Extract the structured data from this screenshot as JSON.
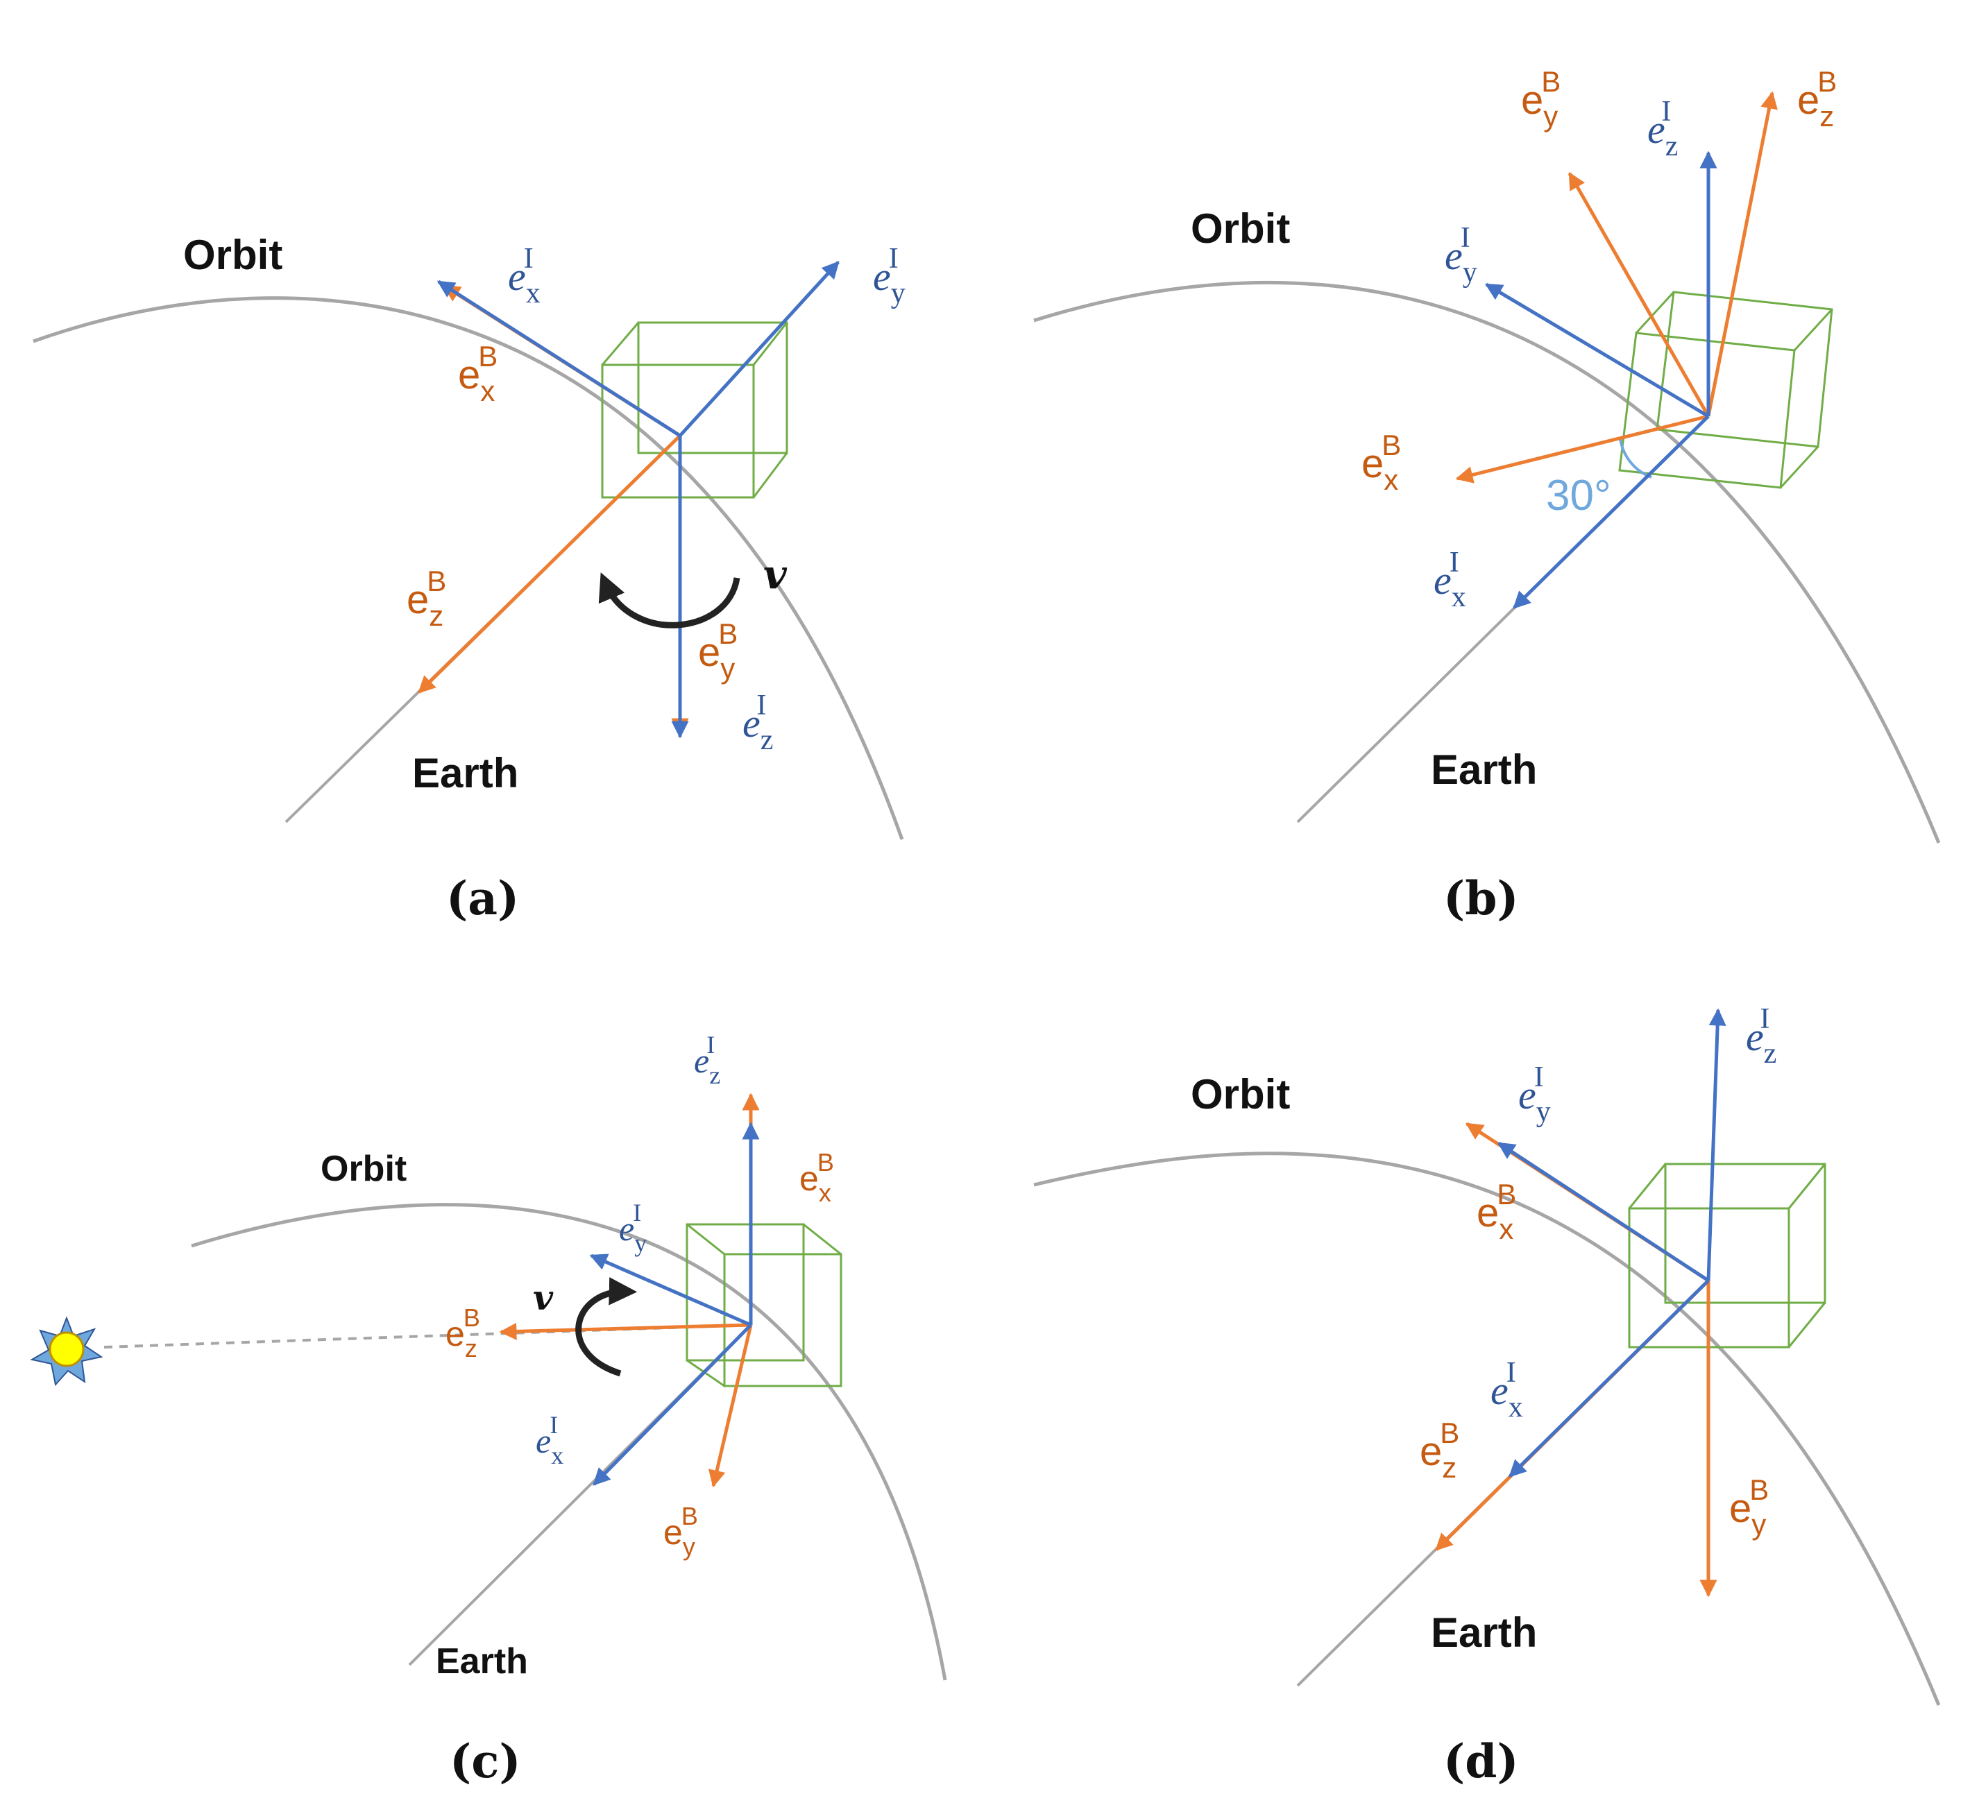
{
  "colors": {
    "body_frame": "#ed7d31",
    "inertial_frame": "#4472c4",
    "cube": "#70ad47",
    "orbit_line": "#a6a6a6",
    "rotation_arrow": "#222222",
    "sun": "#ffff00",
    "angle_marker": "#6fa8dc"
  },
  "panels": {
    "a": {
      "caption": "(a)",
      "orbit_label": "Orbit",
      "earth_label": "Earth",
      "rotation_label": "v"
    },
    "b": {
      "caption": "(b)",
      "orbit_label": "Orbit",
      "earth_label": "Earth",
      "angle_label": "30°"
    },
    "c": {
      "caption": "(c)",
      "orbit_label": "Orbit",
      "earth_label": "Earth",
      "rotation_label": "v",
      "sun_icon": "sun-icon"
    },
    "d": {
      "caption": "(d)",
      "orbit_label": "Orbit",
      "earth_label": "Earth"
    }
  },
  "vector_labels": {
    "body": {
      "base": "e",
      "superscript": "B"
    },
    "inertial": {
      "base": "e",
      "superscript": "I"
    },
    "subscripts": {
      "x": "x",
      "y": "y",
      "z": "z"
    }
  }
}
